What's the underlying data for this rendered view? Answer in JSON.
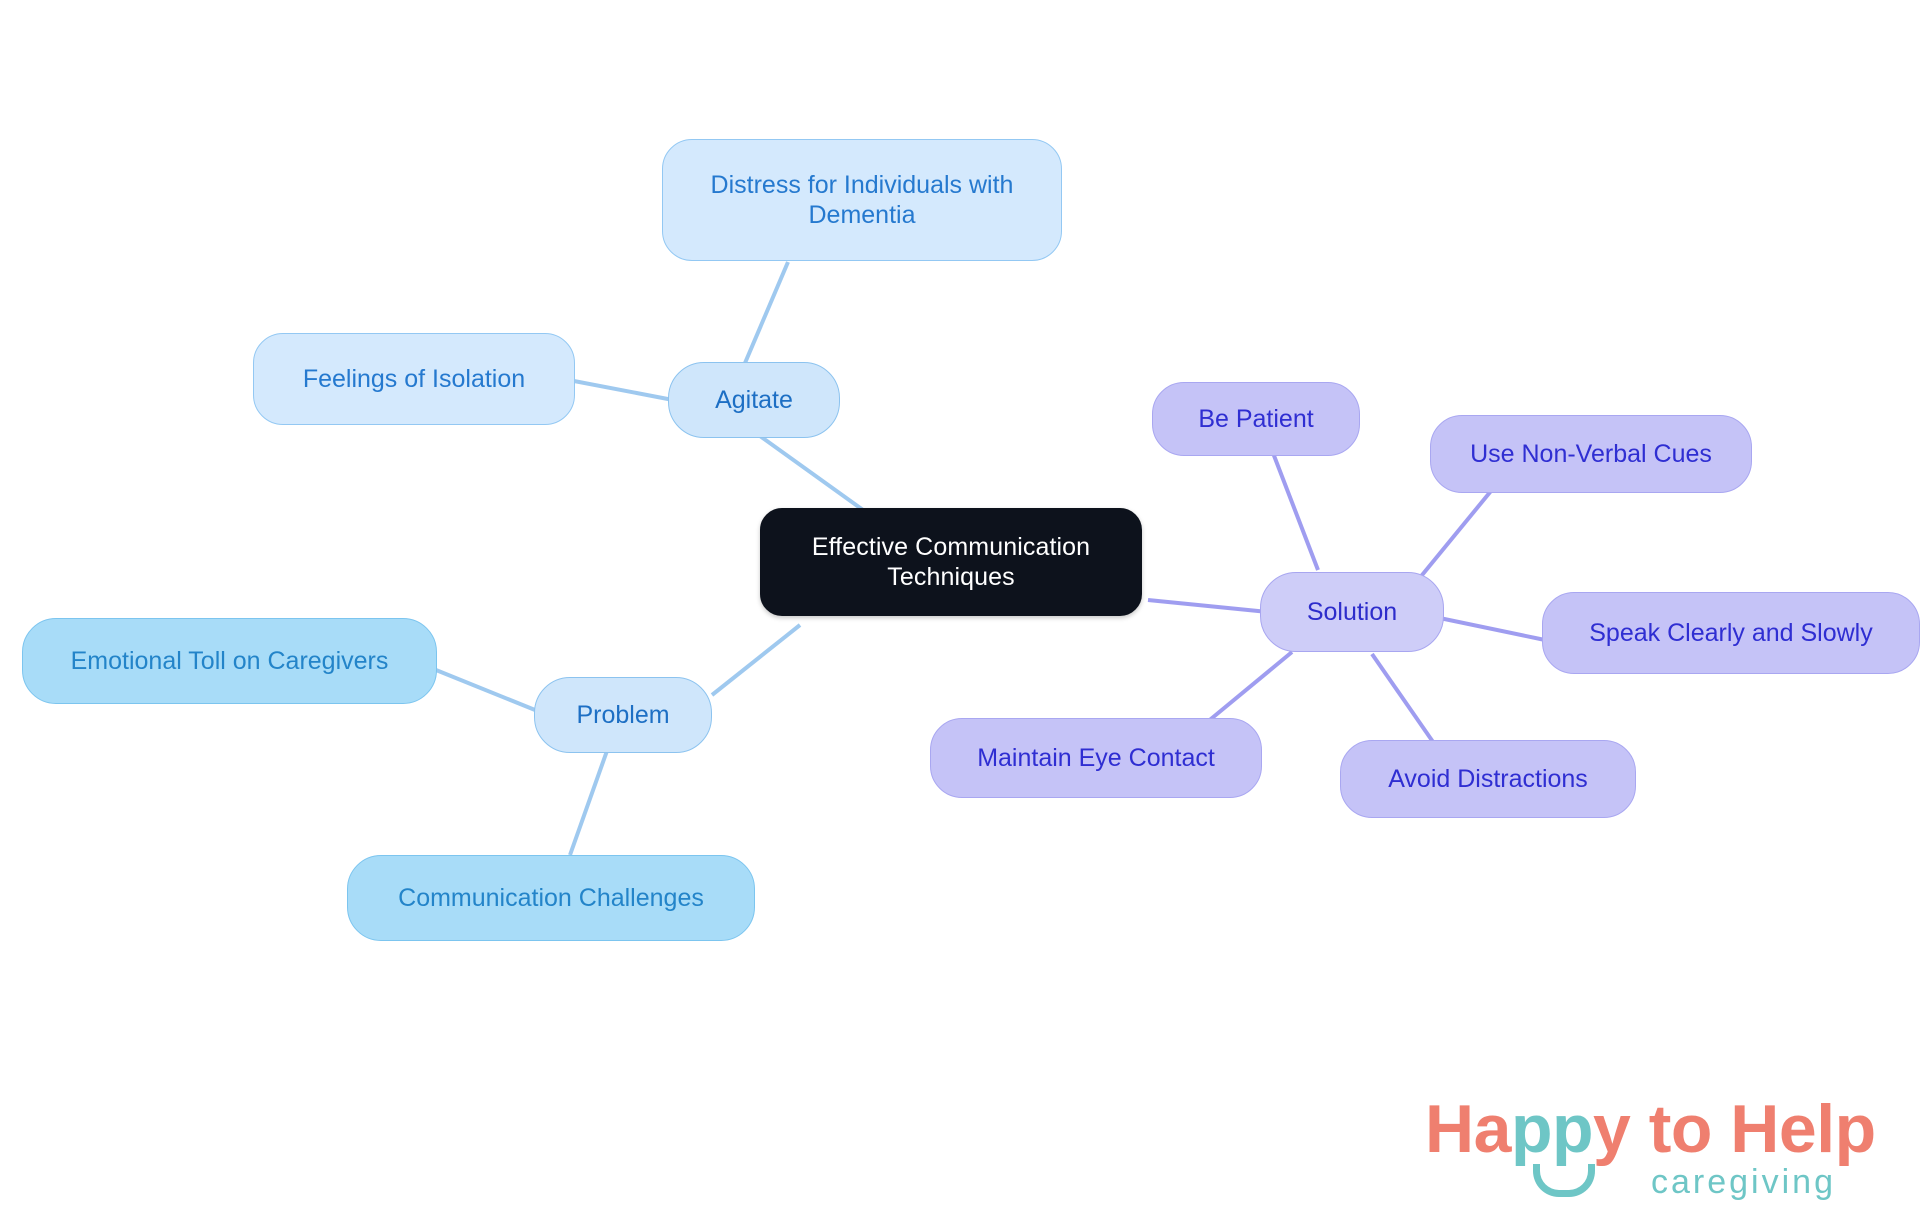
{
  "diagram": {
    "type": "mind-map",
    "background": "#ffffff",
    "root": {
      "id": "root",
      "label": "Effective Communication Techniques",
      "fill": "#0d121c",
      "text_color": "#ffffff"
    },
    "branches": [
      {
        "id": "agitate",
        "label": "Agitate",
        "fill": "#cfe6fb",
        "stroke": "#8cc3ef",
        "text_color": "#1d6fc4",
        "children": [
          {
            "id": "distress",
            "label": "Distress for Individuals with Dementia",
            "fill": "#d4e9fd",
            "stroke": "#93c8f3",
            "text_color": "#2579cf"
          },
          {
            "id": "isolation",
            "label": "Feelings of Isolation",
            "fill": "#d4e9fd",
            "stroke": "#93c8f3",
            "text_color": "#2579cf"
          }
        ]
      },
      {
        "id": "problem",
        "label": "Problem",
        "fill": "#cfe6fb",
        "stroke": "#8cc3ef",
        "text_color": "#1d6fc4",
        "children": [
          {
            "id": "emotional-toll",
            "label": "Emotional Toll on Caregivers",
            "fill": "#a8dcf8",
            "stroke": "#7cc5ef",
            "text_color": "#2384c9"
          },
          {
            "id": "comm-challenges",
            "label": "Communication Challenges",
            "fill": "#a8dcf8",
            "stroke": "#7cc5ef",
            "text_color": "#2384c9"
          }
        ]
      },
      {
        "id": "solution",
        "label": "Solution",
        "fill": "#cecdf8",
        "stroke": "#a8a6f0",
        "text_color": "#2d2ccb",
        "children": [
          {
            "id": "be-patient",
            "label": "Be Patient",
            "fill": "#c5c3f7",
            "stroke": "#a9a7f1",
            "text_color": "#2f2ed2"
          },
          {
            "id": "non-verbal",
            "label": "Use Non-Verbal Cues",
            "fill": "#c5c3f7",
            "stroke": "#a9a7f1",
            "text_color": "#2f2ed2"
          },
          {
            "id": "speak-clearly",
            "label": "Speak Clearly and Slowly",
            "fill": "#c5c3f7",
            "stroke": "#a9a7f1",
            "text_color": "#2f2ed2"
          },
          {
            "id": "avoid-distractions",
            "label": "Avoid Distractions",
            "fill": "#c5c3f7",
            "stroke": "#a9a7f1",
            "text_color": "#2f2ed2"
          },
          {
            "id": "eye-contact",
            "label": "Maintain Eye Contact",
            "fill": "#c5c3f7",
            "stroke": "#a9a7f1",
            "text_color": "#2f2ed2"
          }
        ]
      }
    ],
    "edge_colors": {
      "blue": "#9fc9ef",
      "purple": "#9f9df0"
    }
  },
  "logo": {
    "word_hap": "Ha",
    "word_pp": "pp",
    "word_y_to_help": "y to Help",
    "subtitle": "caregiving",
    "primary_color": "#ef7f6f",
    "accent_color": "#6ec6c6"
  }
}
